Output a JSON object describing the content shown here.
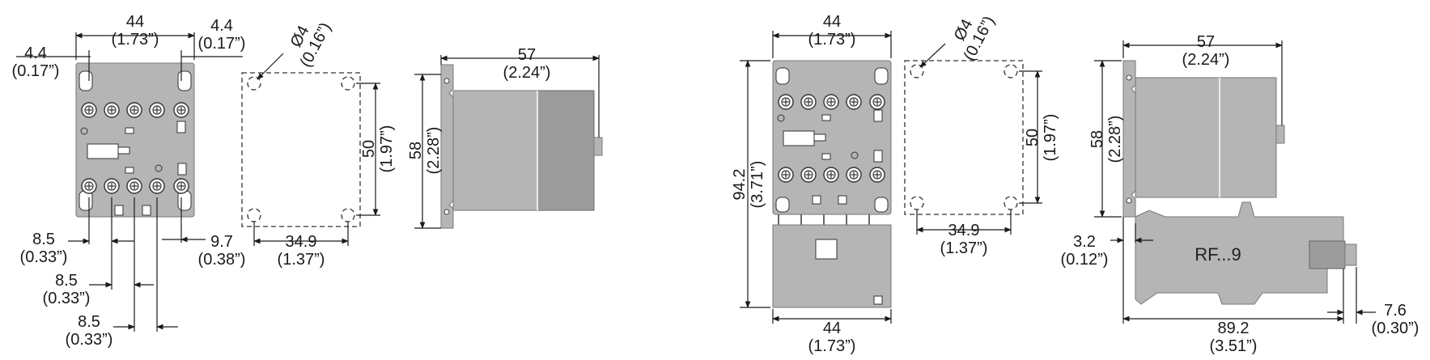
{
  "figure_a": {
    "front": {
      "width_mm": "44",
      "width_in": "(1.73”)",
      "right_offset_mm": "4.4",
      "right_offset_in": "(0.17”)",
      "left_offset_mm": "4.4",
      "left_offset_in": "(0.17”)",
      "pitch1_mm": "8.5",
      "pitch1_in": "(0.33”)",
      "pitch2_mm": "8.5",
      "pitch2_in": "(0.33”)",
      "pitch3_mm": "8.5",
      "pitch3_in": "(0.33”)",
      "right_term_mm": "9.7",
      "right_term_in": "(0.38”)"
    },
    "holes": {
      "dia_mm": "Ø4",
      "dia_in": "(0.16”)",
      "height_mm": "50",
      "height_in": "(1.97”)",
      "width_mm": "34.9",
      "width_in": "(1.37”)"
    },
    "side": {
      "depth_mm": "57",
      "depth_in": "(2.24”)",
      "height_mm": "58",
      "height_in": "(2.28”)"
    }
  },
  "figure_b": {
    "front": {
      "width_mm": "44",
      "width_in": "(1.73”)",
      "height_mm": "94.2",
      "height_in": "(3.71”)",
      "bottom_width_mm": "44",
      "bottom_width_in": "(1.73”)"
    },
    "holes": {
      "dia_mm": "Ø4",
      "dia_in": "(0.16”)",
      "height_mm": "50",
      "height_in": "(1.97”)",
      "width_mm": "34.9",
      "width_in": "(1.37”)"
    },
    "side": {
      "depth_mm": "57",
      "depth_in": "(2.24”)",
      "height_mm": "58",
      "height_in": "(2.28”)",
      "offset_mm": "3.2",
      "offset_in": "(0.12”)",
      "relay_label": "RF...9",
      "total_mm": "89.2",
      "total_in": "(3.51”)",
      "overhang_mm": "7.6",
      "overhang_in": "(0.30”)"
    }
  }
}
